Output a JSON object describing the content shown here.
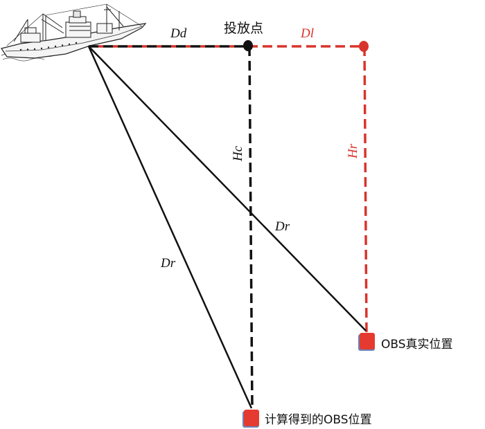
{
  "labels": {
    "release_point": "投放点",
    "dd": "Dd",
    "dl": "Dl",
    "hc": "Hc",
    "hr": "Hr",
    "dr_upper": "Dr",
    "dr_lower": "Dr",
    "obs_true": "OBS真实位置",
    "obs_computed": "计算得到的OBS位置"
  },
  "colors": {
    "black": "#111111",
    "red": "#d9342b",
    "marker_red": "#e53a2f",
    "marker_blue": "#6b84b8"
  },
  "icons": {
    "ship": "ship-icon",
    "obs_true": "obs-true-marker-icon",
    "obs_computed": "obs-computed-marker-icon"
  }
}
